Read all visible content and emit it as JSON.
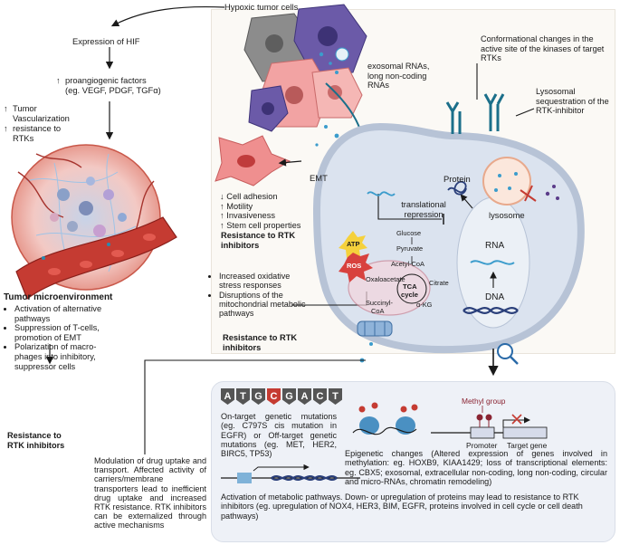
{
  "hypoxic": {
    "label": "Hypoxic tumor cells"
  },
  "left": {
    "hif": "Expression of HIF",
    "proangio_line1": "proangiogenic factors",
    "proangio_line2": "(eg. VEGF, PDGF, TGFα)",
    "tumor_vasc_line1": "Tumor",
    "tumor_vasc_line2": "Vascularization",
    "resist_line1": "resistance to",
    "resist_line2": "RTKs",
    "microenv_title": "Tumor microenvironment",
    "microenv_items": [
      "Activation of alternative pathways",
      "Suppression of T-cells, promotion of EMT",
      "Polarization of macro-phages into inhibitory, suppressor cells"
    ],
    "microenv_result": "Resistance to RTK inhibitors"
  },
  "emt": {
    "label": "EMT",
    "items": [
      {
        "arrow": "↓",
        "text": "Cell adhesion"
      },
      {
        "arrow": "↑",
        "text": "Motility"
      },
      {
        "arrow": "↑",
        "text": "Invasiveness"
      },
      {
        "arrow": "↑",
        "text": "Stem cell properties"
      }
    ],
    "result": "Resistance to RTK inhibitors"
  },
  "oxidative": {
    "items": [
      "Increased oxidative stress responses",
      "Disruptions of the mitochondrial metabolic pathways"
    ],
    "result": "Resistance to RTK inhibitors"
  },
  "exosomal": "exosomal RNAs, long non-coding RNAs",
  "conformational": "Conformational changes in the active site of the kinases of target RTKs",
  "lysosomal": "Lysosomal sequestration of the RTK-inhibitor",
  "cell": {
    "protein": "Protein",
    "translational": "translational repression",
    "lysosome": "lysosome",
    "rna": "RNA",
    "dna": "DNA",
    "atp": "ATP",
    "ros": "ROS"
  },
  "tca": {
    "glucose": "Glucose",
    "pyruvate": "Pyruvate",
    "acetyl": "Acetyl-CoA",
    "oxaloacetate": "Oxaloacetate",
    "citrate": "Citrate",
    "center_line1": "TCA",
    "center_line2": "cycle",
    "succinyl_line1": "Succinyl-",
    "succinyl_line2": "CoA",
    "akg": "α-KG"
  },
  "transport": "Modulation of drug uptake and transport. Affected activity of carriers/membrane transporters lead to inefficient drug uptake and increased RTK resistance. RTK inhibitors can be externalized through active mechanisms",
  "bottom": {
    "sequence": [
      "A",
      "T",
      "G",
      "C",
      "G",
      "A",
      "C",
      "T"
    ],
    "genetic": "On-target genetic mutations (eg. C797S cis mutation in EGFR) or Off-target genetic mutations (eg. MET, HER2, BIRC5, TP53)",
    "methyl_group": "Methyl group",
    "promoter": "Promoter",
    "target_gene": "Target gene",
    "epigenetic": "Epigenetic changes (Altered expression of genes involved in methylation: eg. HOXB9, KIAA1429; loss of transcriptional elements: eg. CBX5; exosomal, extracellular non-coding, long non-coding, circular and micro-RNAs, chromatin remodeling)",
    "metabolic": "Activation of metabolic pathways. Down- or upregulation of proteins may lead to resistance to RTK inhibitors (eg. upregulation of NOX4, HER3, BIM, EGFR, proteins involved in cell cycle or cell death pathways)"
  },
  "colors": {
    "cell_fill": "#dbe3ef",
    "membrane": "#b7c3d6",
    "emt_cell": "#ef8f8f",
    "tumor_purple": "#6b5aa8",
    "tumor_pink": "#f2a3a3",
    "ros": "#d8413e",
    "atp": "#f5d13c",
    "teal": "#1b6f8a",
    "methyl": "#8a2432"
  }
}
